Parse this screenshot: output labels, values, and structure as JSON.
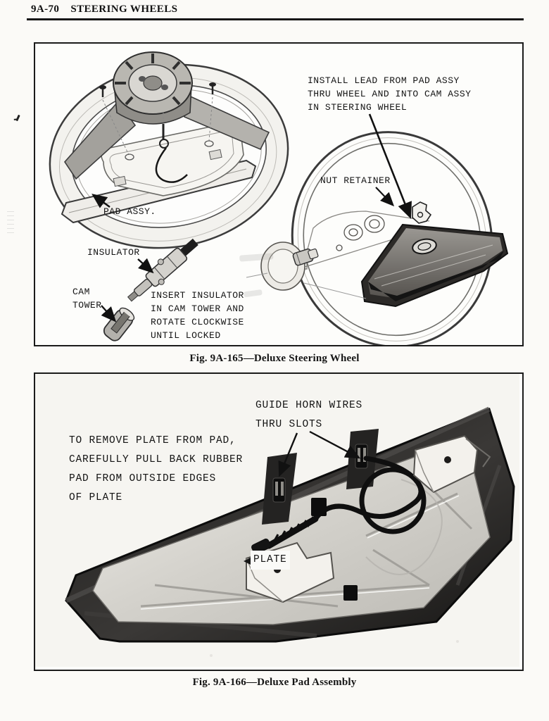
{
  "header": {
    "section_number": "9A-70",
    "section_title": "STEERING WHEELS"
  },
  "figure1": {
    "caption": "Fig. 9A-165—Deluxe Steering Wheel",
    "annotations": {
      "install_lead": "INSTALL LEAD FROM PAD ASSY\nTHRU WHEEL AND INTO CAM ASSY\nIN STEERING WHEEL",
      "nut_retainer": "NUT RETAINER",
      "pad_assy": "PAD ASSY.",
      "insulator": "INSULATOR",
      "cam_tower": "CAM\nTOWER",
      "insert_insulator": "INSERT INSULATOR\nIN CAM TOWER AND\nROTATE CLOCKWISE\nUNTIL LOCKED"
    }
  },
  "figure2": {
    "caption": "Fig. 9A-166—Deluxe Pad Assembly",
    "annotations": {
      "guide_horn_wires": "GUIDE HORN WIRES\nTHRU SLOTS",
      "remove_plate": "TO REMOVE PLATE FROM PAD,\nCAREFULLY PULL BACK RUBBER\nPAD FROM OUTSIDE EDGES\nOF PLATE",
      "plate": "PLATE"
    }
  }
}
